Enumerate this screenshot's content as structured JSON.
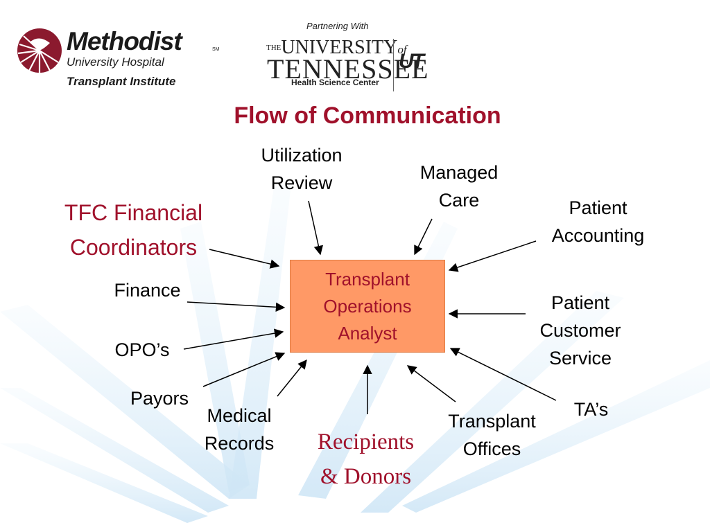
{
  "title": "Flow of Communication",
  "center": {
    "lines": [
      "Transplant",
      "Operations",
      "Analyst"
    ]
  },
  "nodes": {
    "utilization_review": [
      "Utilization",
      "Review"
    ],
    "managed_care": [
      "Managed",
      "Care"
    ],
    "patient_accounting": [
      "Patient",
      "Accounting"
    ],
    "tfc_financial_coordinators": [
      "TFC Financial",
      "Coordinators"
    ],
    "finance": [
      "Finance"
    ],
    "patient_customer_service": [
      "Patient",
      "Customer",
      "Service"
    ],
    "opos": [
      "OPO’s"
    ],
    "payors": [
      "Payors"
    ],
    "medical_records": [
      "Medical",
      "Records"
    ],
    "recipients_donors": [
      "Recipients",
      "& Donors"
    ],
    "transplant_offices": [
      "Transplant",
      "Offices"
    ],
    "tas": [
      "TA’s"
    ]
  },
  "logos": {
    "methodist": {
      "name": "Methodist",
      "sm": "SM",
      "subtitle": "University Hospital",
      "institute": "Transplant Institute"
    },
    "ut": {
      "partnering": "Partnering With",
      "the": "THE",
      "university": "UNIVERSITY",
      "of": "of",
      "tennessee": "TENNESSEE",
      "hsc": "Health Science Center",
      "mark": "UT"
    }
  },
  "colors": {
    "title": "#a0112b",
    "center_fill": "#ff9966",
    "center_text": "#a0112b",
    "accent_text": "#a0112b",
    "arrow": "#000000"
  }
}
